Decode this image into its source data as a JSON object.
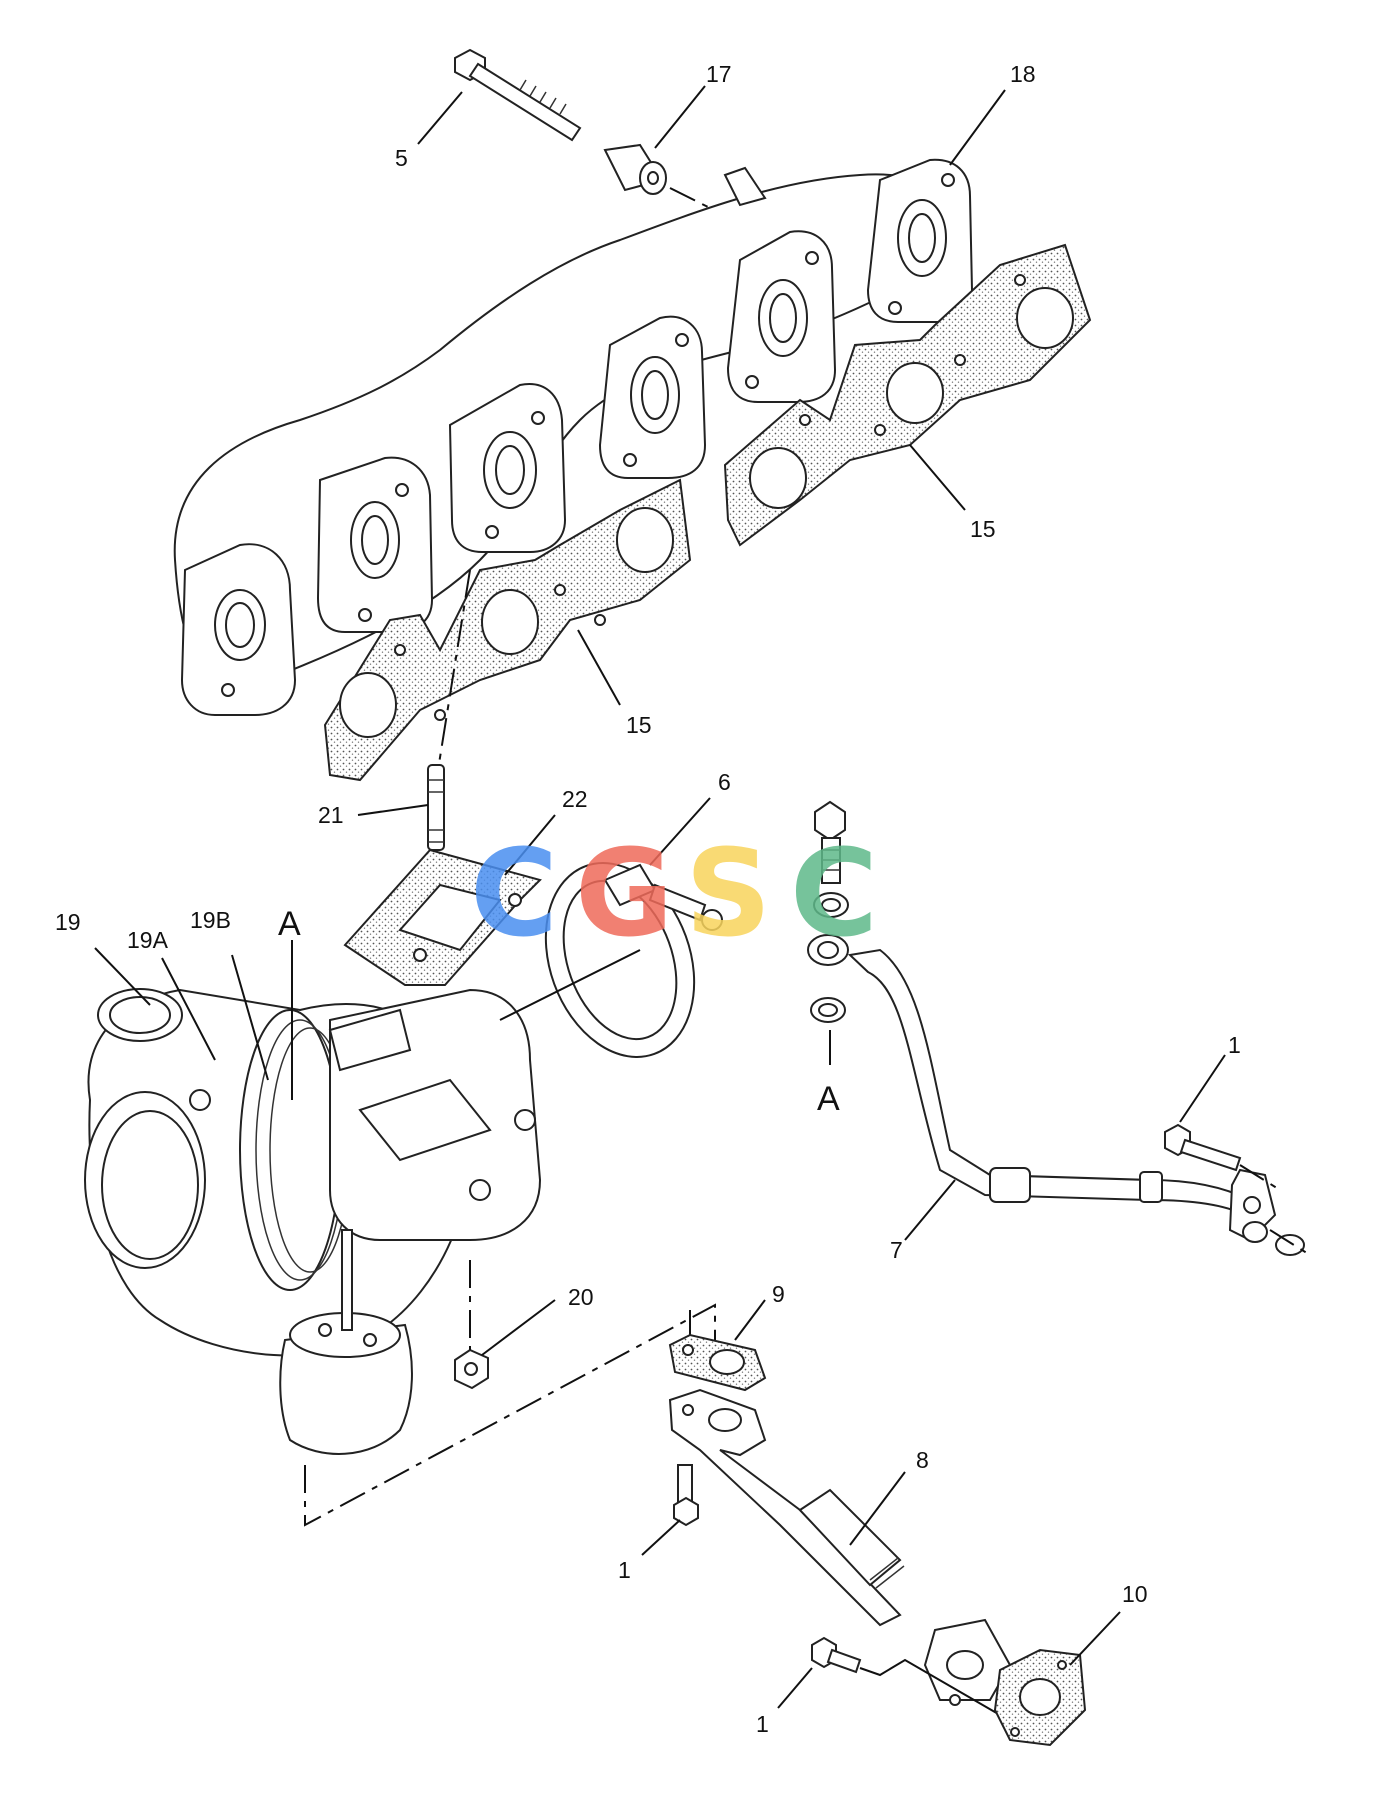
{
  "callouts": {
    "c5": "5",
    "c17": "17",
    "c18": "18",
    "c15a": "15",
    "c15b": "15",
    "c21": "21",
    "c22": "22",
    "c6": "6",
    "c19": "19",
    "c19a": "19A",
    "c19b": "19B",
    "refA1": "A",
    "refA2": "A",
    "c1a": "1",
    "c7": "7",
    "c20": "20",
    "c9": "9",
    "c8": "8",
    "c1b": "1",
    "c10": "10",
    "c1c": "1"
  },
  "watermark": {
    "letters": [
      "C",
      "G",
      "S",
      "C"
    ],
    "colors": [
      "#4a8ff0",
      "#ef6a5a",
      "#f8d45c",
      "#5fb98a"
    ]
  }
}
